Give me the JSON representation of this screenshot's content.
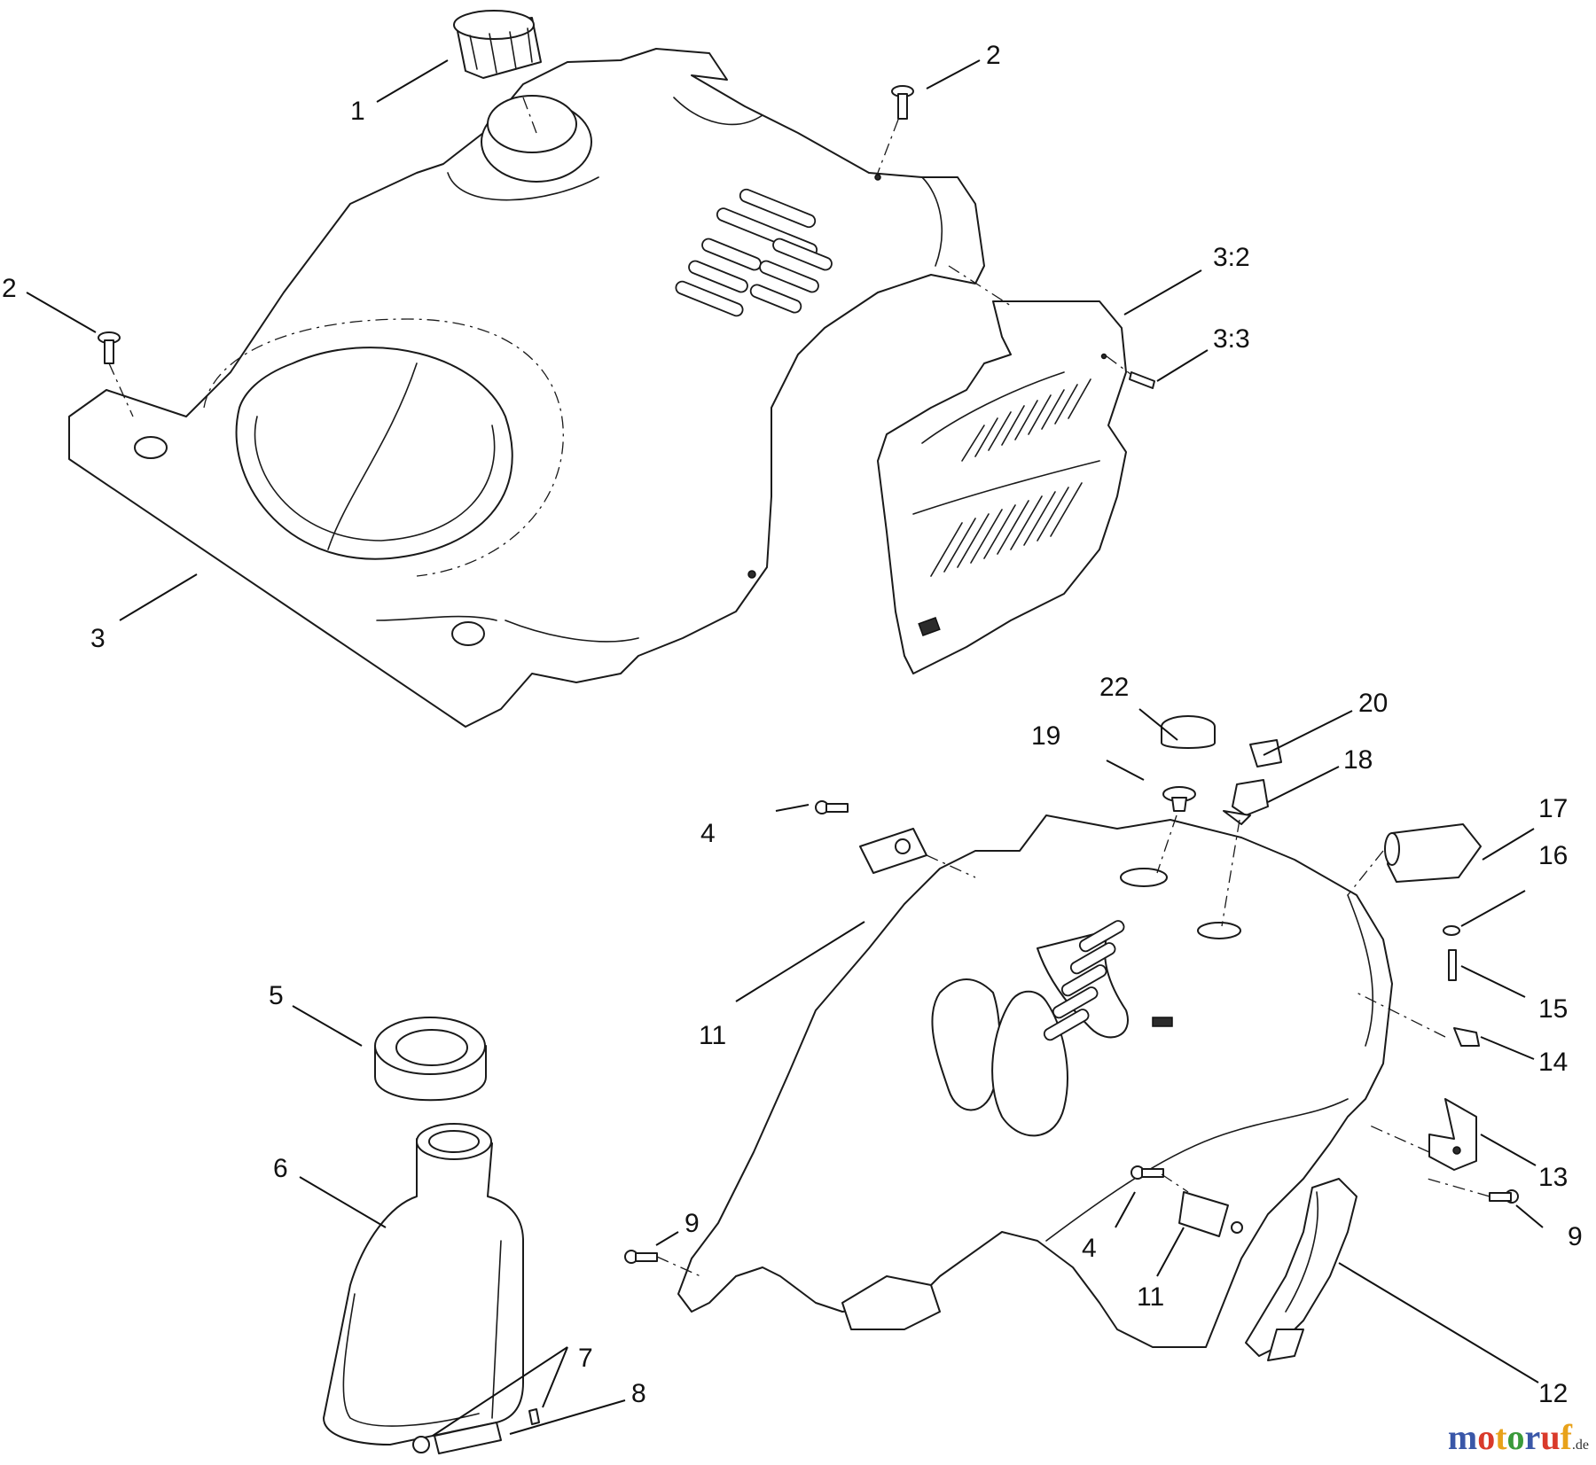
{
  "diagram": {
    "callouts": [
      {
        "id": "c1",
        "text": "1"
      },
      {
        "id": "c2a",
        "text": "2"
      },
      {
        "id": "c2b",
        "text": "2"
      },
      {
        "id": "c3",
        "text": "3"
      },
      {
        "id": "c32",
        "text": "3:2"
      },
      {
        "id": "c33",
        "text": "3:3"
      },
      {
        "id": "c22",
        "text": "22"
      },
      {
        "id": "c20",
        "text": "20"
      },
      {
        "id": "c19",
        "text": "19"
      },
      {
        "id": "c18",
        "text": "18"
      },
      {
        "id": "c17",
        "text": "17"
      },
      {
        "id": "c16",
        "text": "16"
      },
      {
        "id": "c15",
        "text": "15"
      },
      {
        "id": "c14",
        "text": "14"
      },
      {
        "id": "c13",
        "text": "13"
      },
      {
        "id": "c12",
        "text": "12"
      },
      {
        "id": "c11a",
        "text": "11"
      },
      {
        "id": "c11b",
        "text": "11"
      },
      {
        "id": "c4a",
        "text": "4"
      },
      {
        "id": "c4b",
        "text": "4"
      },
      {
        "id": "c9a",
        "text": "9"
      },
      {
        "id": "c9b",
        "text": "9"
      },
      {
        "id": "c5",
        "text": "5"
      },
      {
        "id": "c6",
        "text": "6"
      },
      {
        "id": "c7",
        "text": "7"
      },
      {
        "id": "c8",
        "text": "8"
      }
    ]
  },
  "watermark": {
    "letters": [
      "m",
      "o",
      "t",
      "o",
      "r",
      "u",
      "f"
    ],
    "colors": [
      "#3a57a8",
      "#d93a2b",
      "#e8a21a",
      "#3a9a3a",
      "#3a57a8",
      "#d93a2b",
      "#e8a21a"
    ],
    "tld": ".de"
  }
}
